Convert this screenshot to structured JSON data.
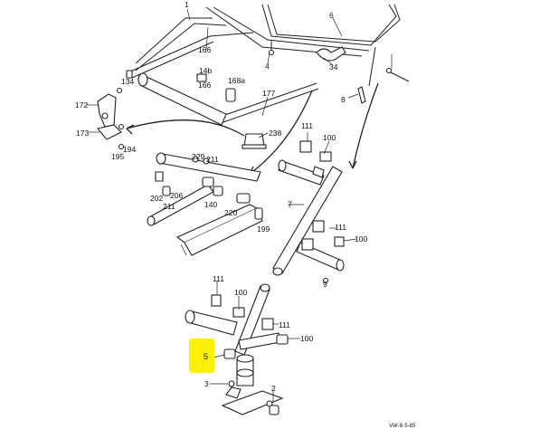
{
  "diagram": {
    "highlight_color": "#fff200",
    "footer_code": "VW-lli 5-85",
    "callouts": {
      "c1": "1",
      "c6": "6",
      "c166": "166",
      "c4": "4",
      "c34": "34",
      "c8top": "8",
      "c134": "134",
      "c14b": "14b",
      "c166b": "166",
      "c168a": "168a",
      "c172": "172",
      "c177": "177",
      "c173": "173",
      "c195": "195",
      "c194": "194",
      "c238": "238",
      "c111a": "111",
      "c100a": "100",
      "c7": "7",
      "c229": "229",
      "c211": "211",
      "c202": "202",
      "c206": "206",
      "c211b": "211",
      "c140": "140",
      "c220": "220",
      "c199": "199",
      "c111b": "111",
      "c100b": "100",
      "c9": "9",
      "c111c": "111",
      "c100c": "100",
      "c111d": "111",
      "c100d": "100",
      "c5": "5",
      "c3": "3",
      "c2": "2"
    }
  }
}
